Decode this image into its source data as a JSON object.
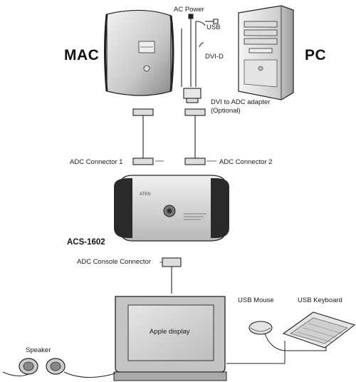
{
  "computers": {
    "left_label": "MAC",
    "right_label": "PC"
  },
  "cable_labels": {
    "ac_power": "AC Power",
    "usb": "USB",
    "dvi_d": "DVI-D",
    "adapter_line1": "DVI to ADC adapter",
    "adapter_line2": "(Optional)"
  },
  "connectors": {
    "adc_1": "ADC Connector 1",
    "adc_2": "ADC Connector 2",
    "console": "ADC Console Connector"
  },
  "switch": {
    "model": "ACS-1602",
    "logo_text": "ATEN"
  },
  "peripherals": {
    "display_label": "Apple display",
    "mouse_label": "USB Mouse",
    "keyboard_label": "USB Keyboard",
    "speaker_label": "Speaker"
  }
}
